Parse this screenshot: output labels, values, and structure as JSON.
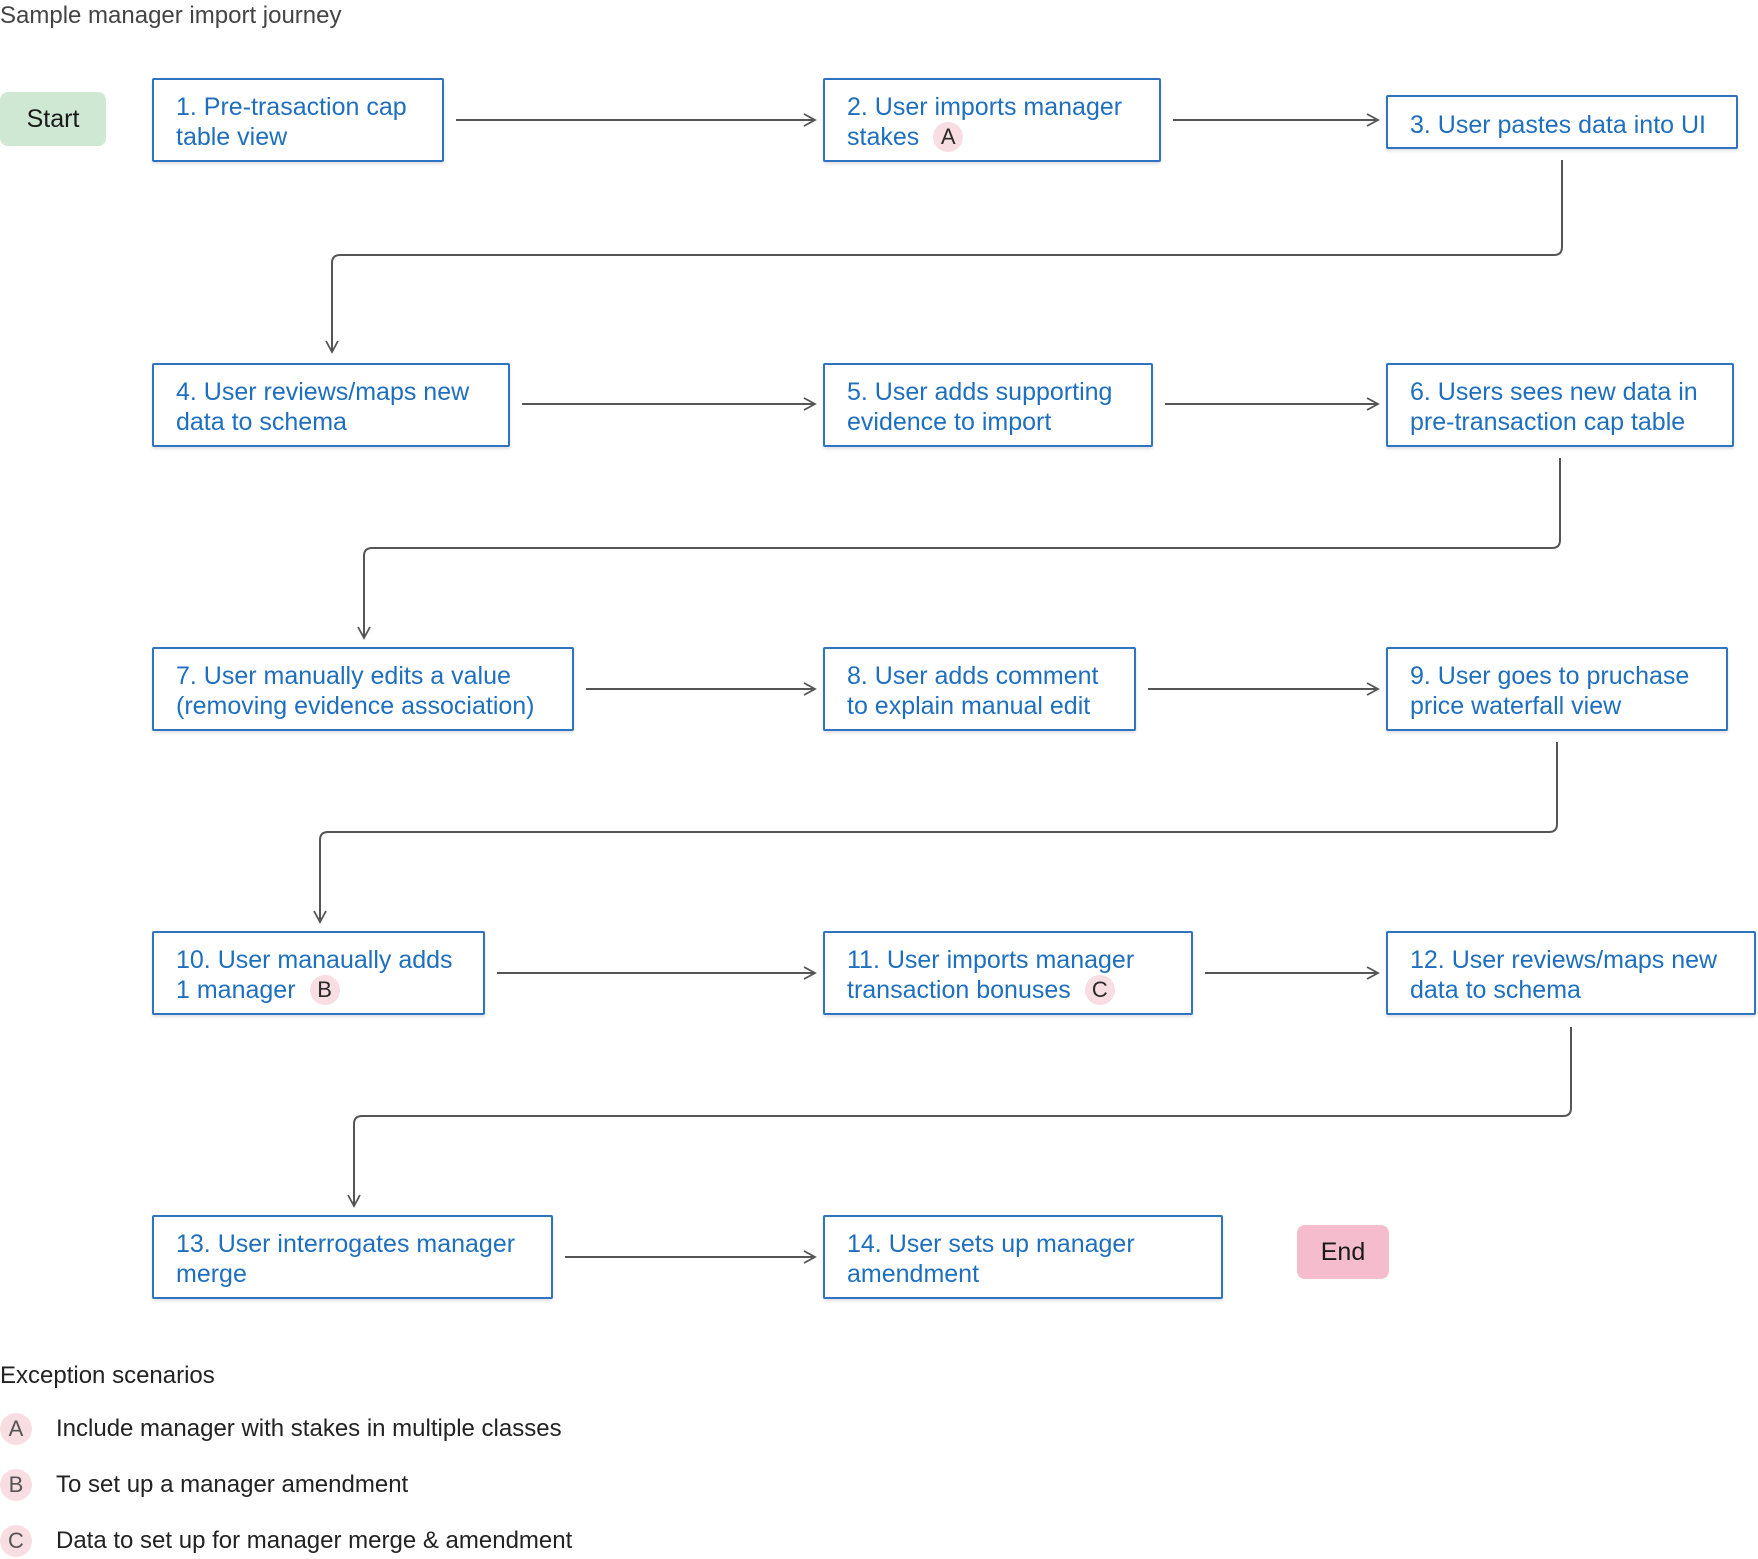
{
  "title": "Sample manager import journey",
  "start_label": "Start",
  "end_label": "End",
  "steps": [
    {
      "text": "1. Pre-trasaction cap table view",
      "badge": ""
    },
    {
      "text": "2. User imports manager stakes",
      "badge": "A"
    },
    {
      "text": "3. User pastes data into UI",
      "badge": ""
    },
    {
      "text": "4. User reviews/maps new data to schema",
      "badge": ""
    },
    {
      "text": "5. User adds supporting evidence to import",
      "badge": ""
    },
    {
      "text": "6. Users sees new data in pre-transaction cap table",
      "badge": ""
    },
    {
      "text": "7. User manually edits a value (removing evidence association)",
      "badge": ""
    },
    {
      "text": "8. User adds comment to explain manual edit",
      "badge": ""
    },
    {
      "text": "9. User goes to pruchase price waterfall view",
      "badge": ""
    },
    {
      "text": "10. User manaually adds 1 manager",
      "badge": "B"
    },
    {
      "text": "11. User imports manager transaction bonuses",
      "badge": "C"
    },
    {
      "text": "12. User reviews/maps new data to schema",
      "badge": ""
    },
    {
      "text": "13. User interrogates manager merge",
      "badge": ""
    },
    {
      "text": "14. User sets up manager amendment",
      "badge": ""
    }
  ],
  "exceptions": {
    "heading": "Exception scenarios",
    "items": [
      {
        "badge": "A",
        "text": "Include manager with stakes in multiple classes"
      },
      {
        "badge": "B",
        "text": "To set up a manager amendment"
      },
      {
        "badge": "C",
        "text": "Data to set up for manager merge & amendment"
      }
    ]
  },
  "colors": {
    "step_border": "#2f74c0",
    "step_text": "#1f6fbf",
    "start_fill": "#cfe8d3",
    "end_fill": "#f5bccd",
    "badge_fill": "#f8dde3",
    "connector": "#555555"
  }
}
